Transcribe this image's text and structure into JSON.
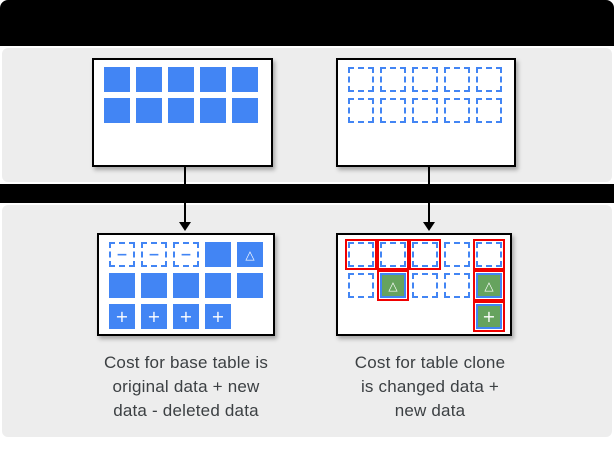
{
  "symbols": {
    "minus": "−",
    "delta": "△",
    "plus": "+"
  },
  "colors": {
    "block_blue": "#4285f4",
    "changed_green": "#66a35e",
    "highlight_red": "#f00000",
    "section_gray": "#ededed",
    "bar_black": "#000000",
    "caption_text": "#3c4043"
  },
  "boxes": {
    "top_left": {
      "grid": [
        [
          "solid",
          "solid",
          "solid",
          "solid",
          "solid"
        ],
        [
          "solid",
          "solid",
          "solid",
          "solid",
          "solid"
        ]
      ]
    },
    "top_right": {
      "grid": [
        [
          "dashed",
          "dashed",
          "dashed",
          "dashed",
          "dashed"
        ],
        [
          "dashed",
          "dashed",
          "dashed",
          "dashed",
          "dashed"
        ]
      ]
    },
    "bottom_left": {
      "grid": [
        [
          "dashed-minus",
          "dashed-minus",
          "dashed-minus",
          "solid",
          "solid-delta"
        ],
        [
          "solid",
          "solid",
          "solid",
          "solid",
          "solid"
        ],
        [
          "solid-plus",
          "solid-plus",
          "solid-plus",
          "solid-plus",
          "empty"
        ]
      ]
    },
    "bottom_right": {
      "grid": [
        [
          "dashed-red",
          "dashed-red",
          "dashed-red",
          "dashed",
          "dashed-red"
        ],
        [
          "dashed",
          "green-delta",
          "dashed",
          "dashed",
          "green-delta"
        ],
        [
          "empty",
          "empty",
          "empty",
          "empty",
          "green-plus"
        ]
      ]
    }
  },
  "captions": {
    "left": {
      "lines": [
        "Cost for base table is",
        "original data + new",
        "data - deleted data"
      ]
    },
    "right": {
      "lines": [
        "Cost for table clone",
        "is changed data +",
        "new data"
      ]
    }
  }
}
